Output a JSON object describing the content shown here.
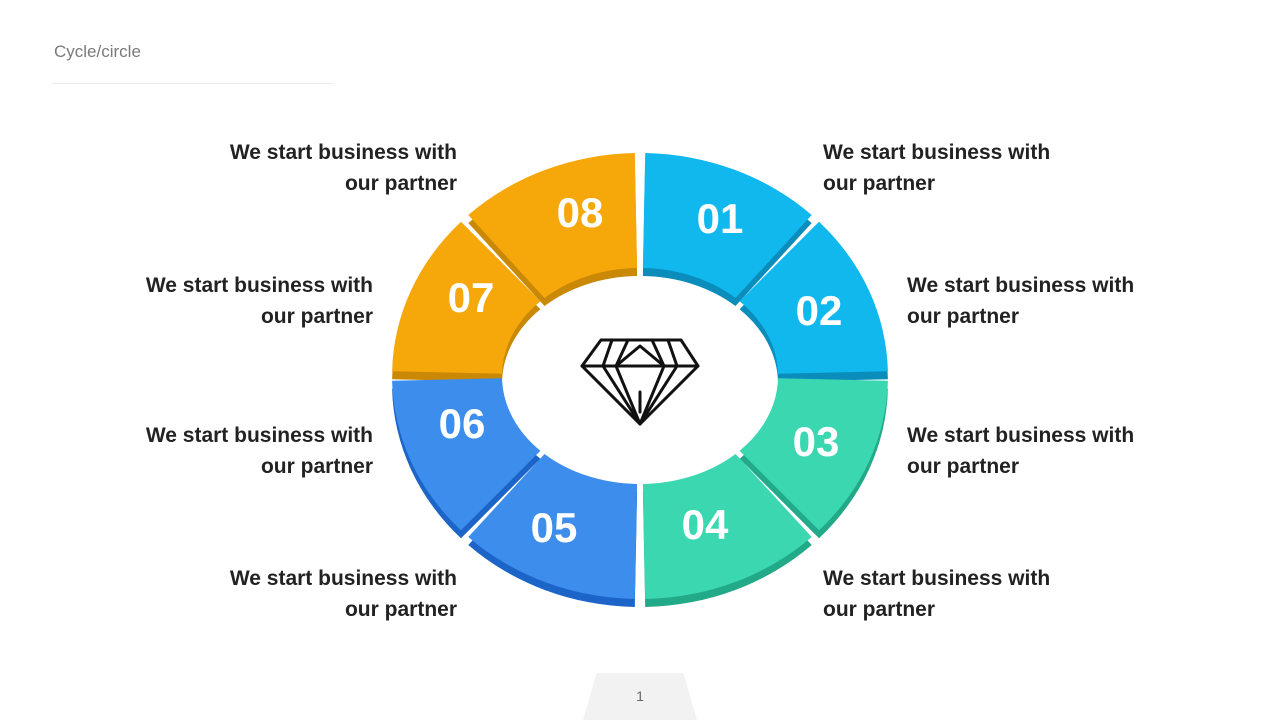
{
  "page": {
    "title": "Cycle/circle",
    "page_number": "1"
  },
  "colors": {
    "orange": "#F6A70A",
    "orange_dark": "#C98806",
    "cyan": "#10B8EE",
    "cyan_dark": "#0A8DBB",
    "teal": "#3BD7B1",
    "teal_dark": "#22AA88",
    "blue": "#3D8DEC",
    "blue_dark": "#1D64C8"
  },
  "icon": "diamond-icon",
  "segments": [
    {
      "number": "01",
      "line1": "We start business with",
      "line2": "our partner"
    },
    {
      "number": "02",
      "line1": "We start business with",
      "line2": "our partner"
    },
    {
      "number": "03",
      "line1": "We start business with",
      "line2": "our partner"
    },
    {
      "number": "04",
      "line1": "We start business with",
      "line2": "our partner"
    },
    {
      "number": "05",
      "line1": "We start business with",
      "line2": "our partner"
    },
    {
      "number": "06",
      "line1": "We start business with",
      "line2": "our partner"
    },
    {
      "number": "07",
      "line1": "We start business with",
      "line2": "our partner"
    },
    {
      "number": "08",
      "line1": "We start business with",
      "line2": "our partner"
    }
  ]
}
